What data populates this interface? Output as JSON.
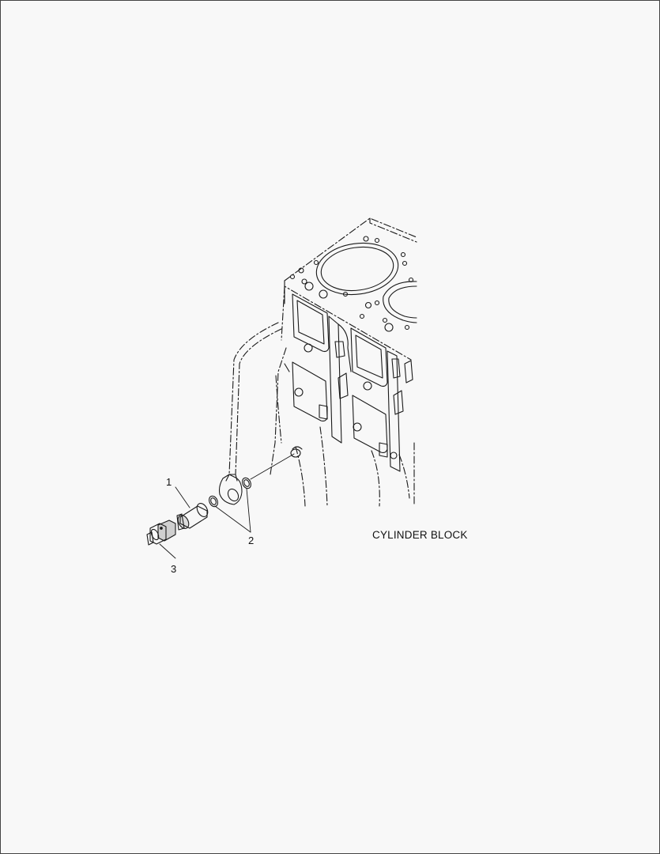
{
  "callouts": {
    "part_1": "1",
    "part_2": "2",
    "part_3": "3"
  },
  "labels": {
    "cylinder_block": "CYLINDER BLOCK"
  },
  "colors": {
    "line": "#1a1a1a",
    "background": "#f8f8f8",
    "border": "#444444"
  },
  "icons": {
    "part_1": "adapter-fitting-icon",
    "part_2": "o-ring-seal-icon",
    "part_3": "pressure-switch-icon"
  }
}
